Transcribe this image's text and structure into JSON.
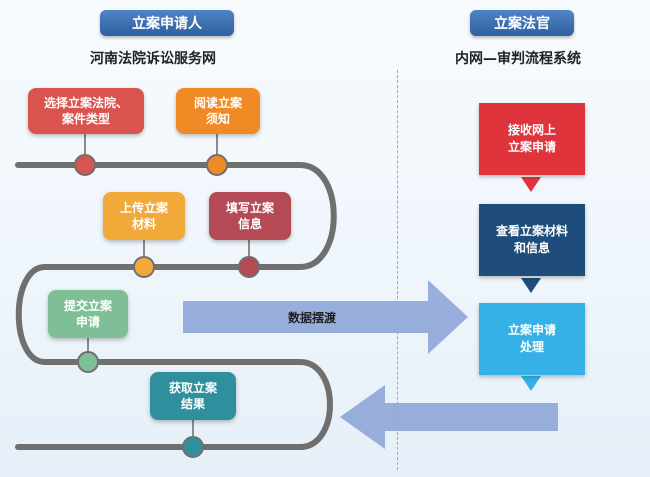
{
  "left": {
    "header": "立案申请人",
    "subtitle": "河南法院诉讼服务网",
    "steps": [
      {
        "label": "选择立案法院、\n案件类型",
        "color": "#d9534f"
      },
      {
        "label": "阅读立案\n须知",
        "color": "#ef8a24"
      },
      {
        "label": "上传立案\n材料",
        "color": "#f1a93a"
      },
      {
        "label": "填写立案\n信息",
        "color": "#b34a55"
      },
      {
        "label": "提交立案\n申请",
        "color": "#7fbf98"
      },
      {
        "label": "获取立案\n结果",
        "color": "#2f8f9d"
      }
    ]
  },
  "right": {
    "header": "立案法官",
    "subtitle": "内网—审判流程系统",
    "steps": [
      {
        "label": "接收网上\n立案申请",
        "color": "#e0343c"
      },
      {
        "label": "查看立案材料\n和信息",
        "color": "#1e4d7b"
      },
      {
        "label": "立案申请\n处理",
        "color": "#36b1e6"
      }
    ]
  },
  "exchange_label": "数据摆渡",
  "colors": {
    "header": "#3a6cae",
    "track": "#6f6f6f",
    "arrow_to_right": "#8ea6d8",
    "arrow_to_left": "#8ea6d8"
  }
}
